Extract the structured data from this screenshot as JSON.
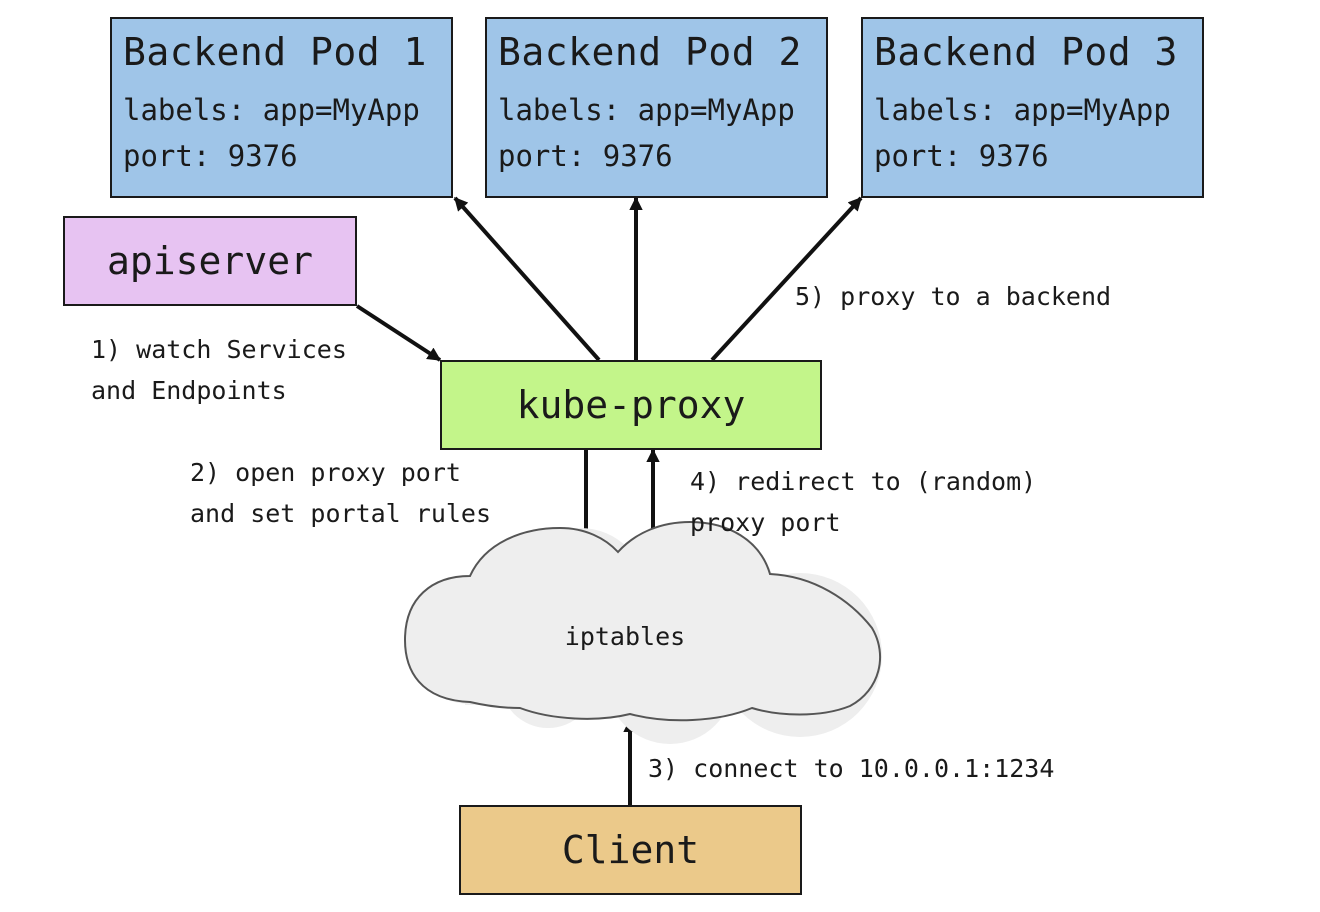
{
  "pods": [
    {
      "title": "Backend Pod 1",
      "labels": "labels: app=MyApp",
      "port": "port: 9376"
    },
    {
      "title": "Backend Pod 2",
      "labels": "labels: app=MyApp",
      "port": "port: 9376"
    },
    {
      "title": "Backend Pod 3",
      "labels": "labels: app=MyApp",
      "port": "port: 9376"
    }
  ],
  "apiserver": {
    "label": "apiserver"
  },
  "kube_proxy": {
    "label": "kube-proxy"
  },
  "iptables": {
    "label": "iptables"
  },
  "client": {
    "label": "Client"
  },
  "steps": {
    "watch": [
      "1) watch Services",
      "and Endpoints"
    ],
    "open": [
      "2) open proxy port",
      "and set portal rules"
    ],
    "connect": [
      "3) connect to 10.0.0.1:1234"
    ],
    "redirect": [
      "4) redirect to (random)",
      "proxy port"
    ],
    "proxy": [
      "5) proxy to a backend"
    ]
  },
  "colors": {
    "pod": "#9fc5e8",
    "apiserver": "#e7c3f2",
    "kube_proxy": "#c3f58a",
    "client": "#ebc98a",
    "cloud": "#eeeeee",
    "line": "#111111"
  }
}
